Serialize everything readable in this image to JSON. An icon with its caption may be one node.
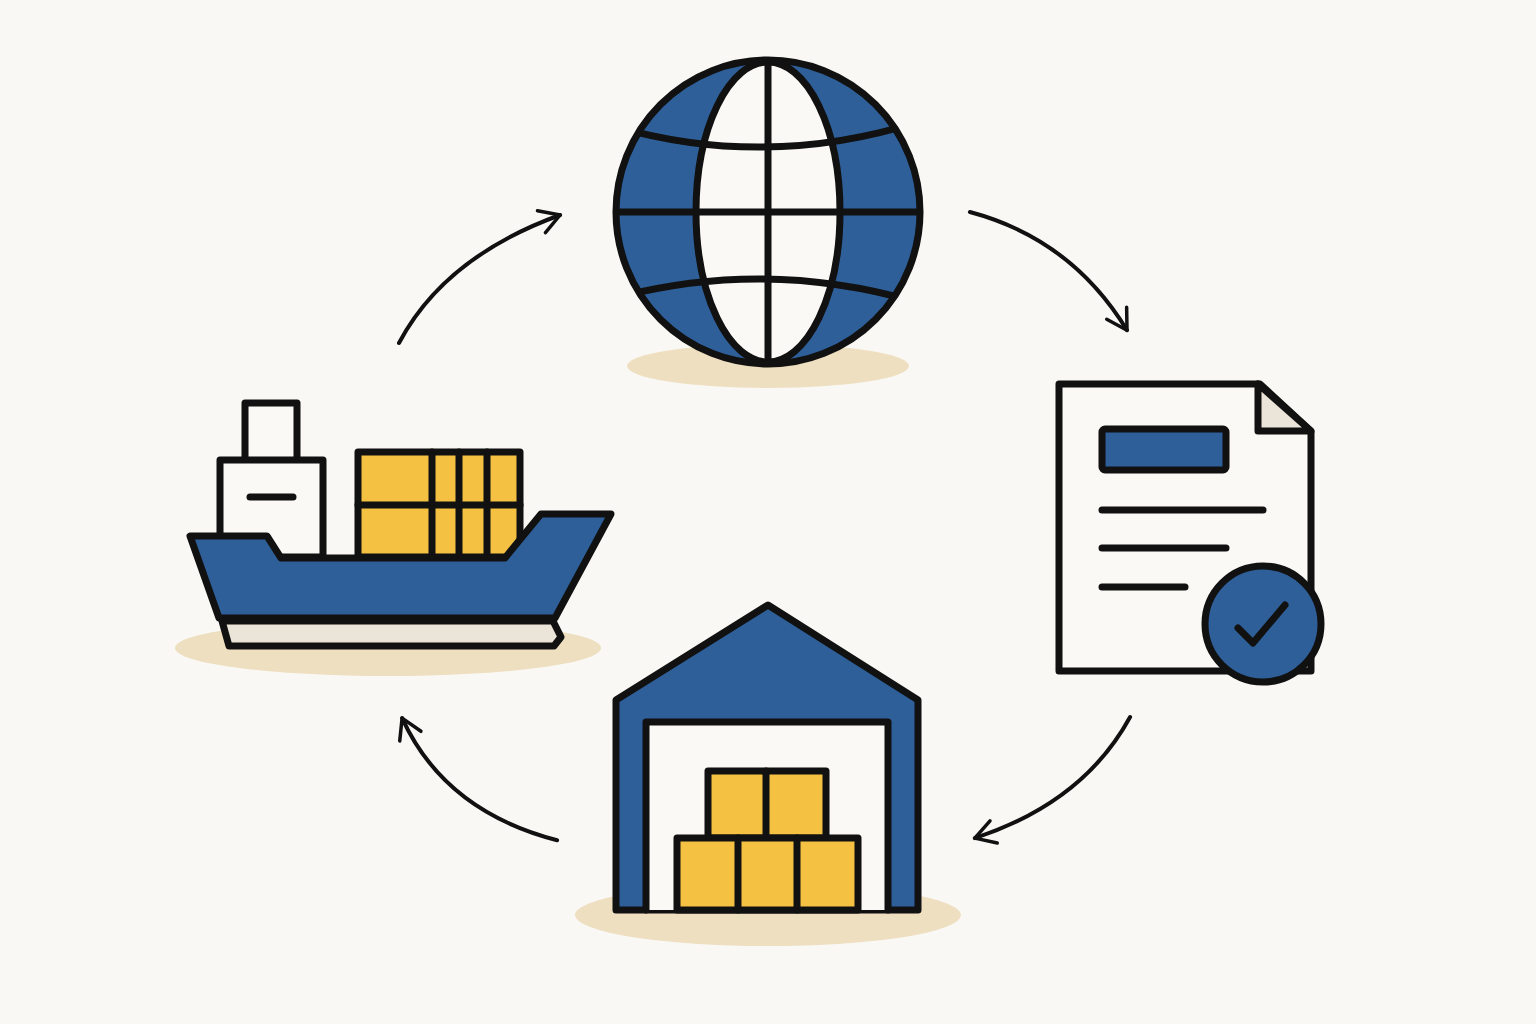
{
  "diagram": {
    "nodes": [
      {
        "text": [],
        "shape": "picture"
      },
      {
        "text": [],
        "shape": "picture"
      },
      {
        "text": [],
        "shape": "picture"
      },
      {
        "text": [],
        "shape": "picture"
      }
    ],
    "edges": [
      {
        "from": 1,
        "to": 0,
        "arrow": "to"
      },
      {
        "from": 0,
        "to": 2,
        "arrow": "to"
      },
      {
        "from": 2,
        "to": 3,
        "arrow": "to"
      },
      {
        "from": 3,
        "to": 1,
        "arrow": "to"
      }
    ]
  }
}
